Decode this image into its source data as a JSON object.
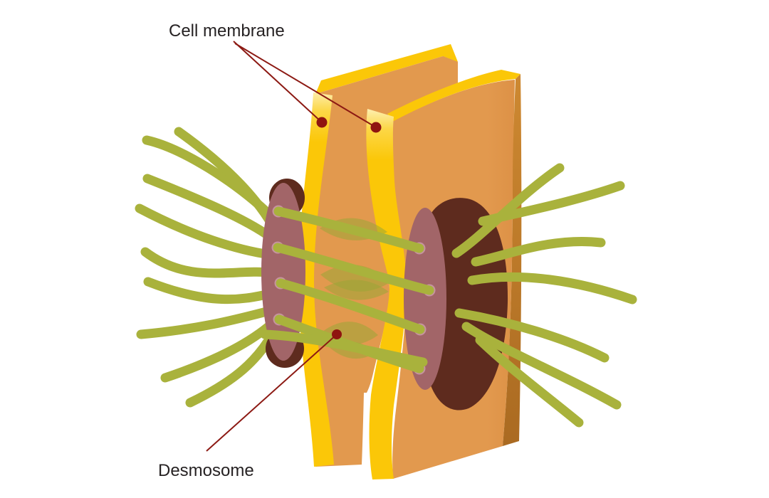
{
  "diagram": {
    "type": "biology-illustration",
    "subject": "Desmosome cell junction between two cell membranes",
    "background": "#ffffff",
    "callouts": {
      "cell_membrane": {
        "label": "Cell membrane",
        "target_count": 2
      },
      "desmosome": {
        "label": "Desmosome",
        "target_count": 1
      }
    },
    "colors": {
      "membrane_yellow": "#FBC708",
      "membrane_yellow_light": "#FEF2BC",
      "membrane_yellow_mid": "#FCD747",
      "cytoplasm_orange": "#E2994E",
      "cytoplasm_orange_dark": "#CD8831",
      "cytoplasm_orange_deep": "#AA6A21",
      "plaque_mauve": "#A26568",
      "plaque_dark_brown": "#5E2B1E",
      "filament_green": "#A9B23C",
      "cadherin_green": "#9BA636",
      "attachment_ring": "#C6939F",
      "leader_red": "#8C1913",
      "dot_red": "#8F1410",
      "text_color": "#262223"
    }
  }
}
